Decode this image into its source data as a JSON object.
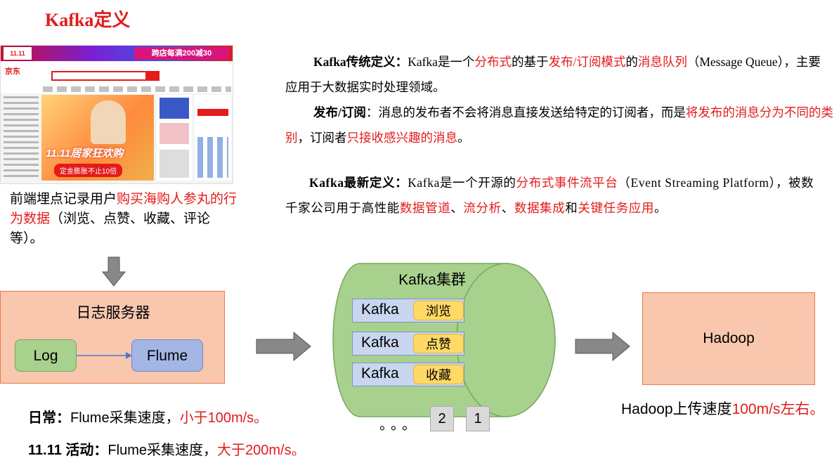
{
  "title": "Kafka定义",
  "screenshot": {
    "topbar_tag": "11.11",
    "topbar_promo": "跨店每满200减30",
    "logo": "京东",
    "banner_text": "11.11居家狂欢购",
    "banner_button": "定金膨胀不止10倍"
  },
  "left_desc": {
    "part1": "前端埋点记录用户",
    "highlight": "购买海购人参丸的行为数据",
    "part2": "（浏览、点赞、收藏、评论等）。"
  },
  "para1": {
    "label": "Kafka传统定义：",
    "t1": "Kafka是一个",
    "h1": "分布式",
    "t2": "的基于",
    "h2": "发布/订阅模式",
    "t3": "的",
    "h3": "消息队列",
    "t4": "（Message Queue），主要应用于大数据实时处理领域。"
  },
  "para2": {
    "label": "发布/订阅",
    "t1": "：消息的发布者不会将消息直接发送给特定的订阅者，而是",
    "h1": "将发布的消息分为不同的类别",
    "t2": "，订阅者",
    "h2": "只接收感兴趣的消息",
    "t3": "。"
  },
  "para3": {
    "label": "Kafka最新定义：",
    "t1": "Kafka是一个开源的",
    "h1": "分布式事件流平台",
    "t2": "（Event Streaming Platform），被数千家公司用于高性能",
    "h2": "数据管道",
    "t3": "、",
    "h3": "流分析",
    "t4": "、",
    "h4": "数据集成",
    "t5": "和",
    "h5": "关键任务应用",
    "t6": "。"
  },
  "log_server": {
    "label": "日志服务器",
    "log": "Log",
    "flume": "Flume"
  },
  "kafka_cluster": {
    "label": "Kafka集群",
    "brokers": [
      {
        "name": "Kafka",
        "topic": "浏览"
      },
      {
        "name": "Kafka",
        "topic": "点赞"
      },
      {
        "name": "Kafka",
        "topic": "收藏"
      }
    ],
    "dots": "。。。",
    "partitions": [
      "2",
      "1"
    ]
  },
  "hadoop": {
    "label": "Hadoop",
    "note_text": "Hadoop上传速度",
    "note_value": "100m/s左右。"
  },
  "daily": {
    "label": "日常：",
    "text": "Flume采集速度，",
    "value": "小于100m/s。"
  },
  "festival": {
    "label": "11.11 活动：",
    "text": "Flume采集速度，",
    "value": "大于200m/s。"
  },
  "colors": {
    "highlight": "#e31b1b",
    "server_fill": "#f8c7ad",
    "log_fill": "#a9d18e",
    "flume_fill": "#a4b6e4",
    "cylinder_fill": "#a9d18e",
    "topic_fill": "#ffd966"
  }
}
